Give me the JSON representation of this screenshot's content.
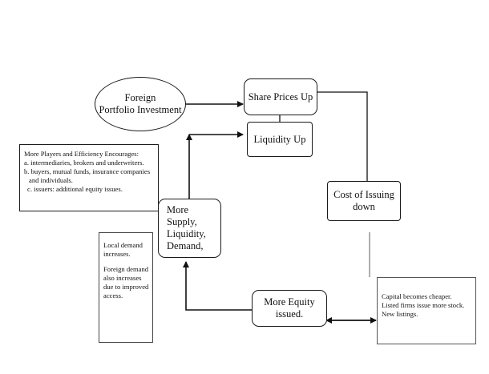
{
  "nodes": {
    "foreign_investment": [
      "Foreign",
      "Portfolio Investment"
    ],
    "share_prices": "Share Prices Up",
    "liquidity": "Liquidity Up",
    "cost_issuing": [
      "Cost of Issuing",
      "down"
    ],
    "more_supply": [
      "More Supply,",
      "Liquidity,",
      "Demand,"
    ],
    "equity_issued": [
      "More Equity",
      "issued."
    ]
  },
  "notes": {
    "players": [
      "More Players and Efficiency Encourages:",
      "a. intermediaries, brokers and  underwriters.",
      "b. buyers, mutual funds, insurance companies",
      "and individuals.",
      "c. issuers: additional equity issues."
    ],
    "local_demand": [
      "Local demand",
      "increases."
    ],
    "foreign_demand": [
      "Foreign demand",
      "also increases",
      "due to improved",
      "access."
    ],
    "capital": [
      "Capital becomes cheaper.",
      "Listed firms issue more stock.",
      "New listings."
    ]
  }
}
